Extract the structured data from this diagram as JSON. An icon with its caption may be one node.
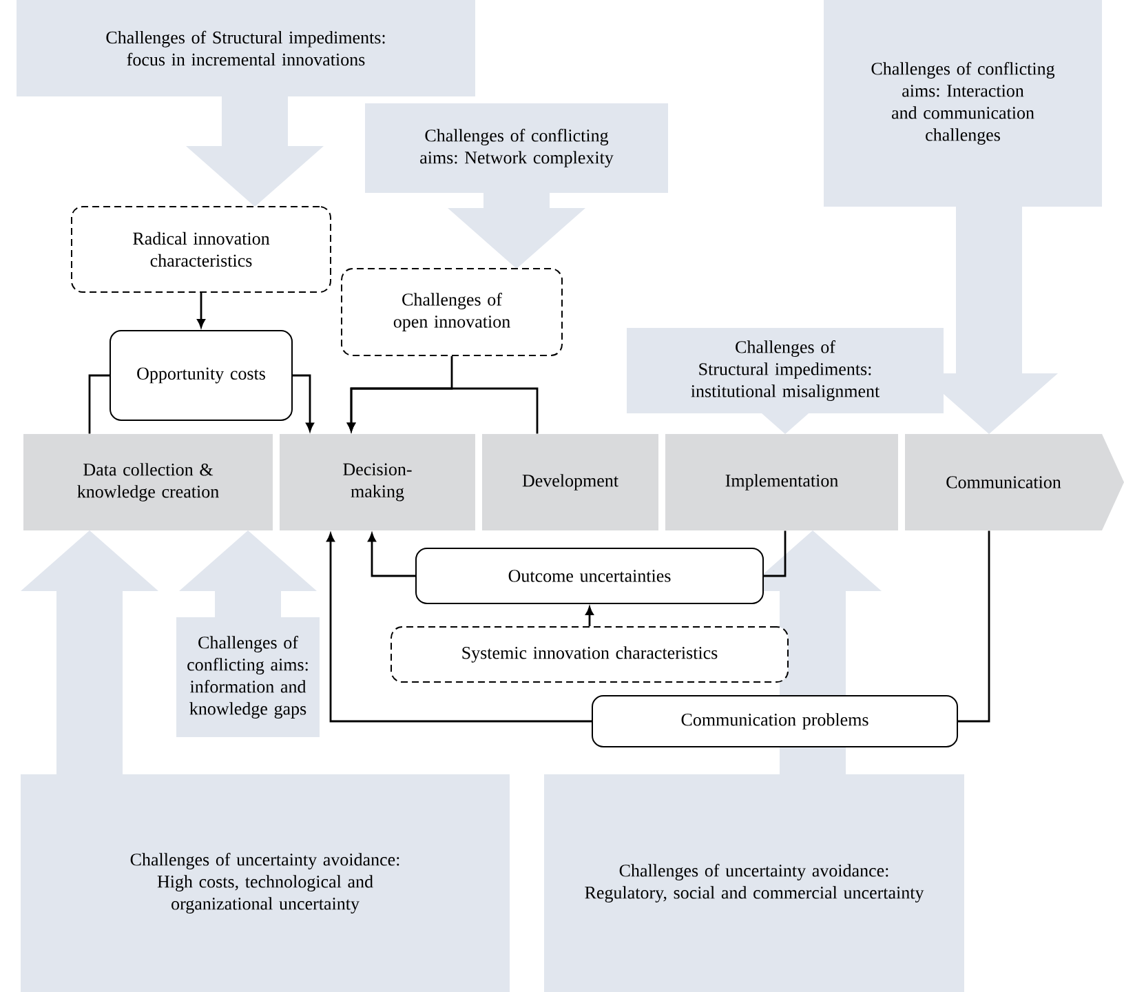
{
  "diagram": {
    "nodes": [
      {
        "text": [
          "Challenges of Structural impediments: focus in incremental innovations"
        ]
      },
      {
        "text": [
          "Challenges of conflicting aims: Network complexity"
        ]
      },
      {
        "text": [
          "Challenges of conflicting aims: Interaction and communication challenges"
        ]
      },
      {
        "text": [
          "Radical innovation characteristics"
        ]
      },
      {
        "text": [
          "Challenges of open innovation"
        ]
      },
      {
        "text": [
          "Opportunity costs"
        ]
      },
      {
        "text": [
          "Challenges of Structural impediments: institutional misalignment"
        ]
      },
      {
        "text": [
          "Data collection & knowledge creation"
        ]
      },
      {
        "text": [
          "Decision-making"
        ]
      },
      {
        "text": [
          "Development"
        ]
      },
      {
        "text": [
          "Implementation"
        ]
      },
      {
        "text": [
          "Communication"
        ]
      },
      {
        "text": [
          "Outcome uncertainties"
        ]
      },
      {
        "text": [
          "Systemic innovation characteristics"
        ]
      },
      {
        "text": [
          "Communication problems"
        ]
      },
      {
        "text": [
          "Challenges of conflicting aims: information and knowledge gaps"
        ]
      },
      {
        "text": [
          "Challenges of uncertainty avoidance: High costs, technological and organizational uncertainty"
        ]
      },
      {
        "text": [
          "Challenges of uncertainty avoidance: Regulatory, social and commercial uncertainty"
        ]
      }
    ],
    "edges": [
      {
        "from": 0,
        "to": 3,
        "arrow": "to",
        "style": "thick",
        "color": "#e1e6ee"
      },
      {
        "from": 1,
        "to": 4,
        "arrow": "to",
        "style": "thick",
        "color": "#e1e6ee"
      },
      {
        "from": 2,
        "to": 11,
        "arrow": "to",
        "style": "thick",
        "color": "#e1e6ee"
      },
      {
        "from": 6,
        "to": 10,
        "arrow": "to",
        "style": "thick",
        "color": "#e1e6ee"
      },
      {
        "from": 15,
        "to": 7,
        "arrow": "to",
        "style": "thick",
        "color": "#e1e6ee"
      },
      {
        "from": 16,
        "to": 7,
        "arrow": "to",
        "style": "thick",
        "color": "#e1e6ee"
      },
      {
        "from": 17,
        "to": 10,
        "arrow": "to",
        "style": "thick",
        "color": "#e1e6ee"
      },
      {
        "from": 3,
        "to": 5,
        "arrow": "to"
      },
      {
        "from": 7,
        "to": 5,
        "arrow": "none"
      },
      {
        "from": 5,
        "to": 8,
        "arrow": "to"
      },
      {
        "from": 4,
        "to": 8,
        "arrow": "to"
      },
      {
        "from": 9,
        "to": 8,
        "arrow": "to"
      },
      {
        "from": 10,
        "to": 12,
        "arrow": "none"
      },
      {
        "from": 12,
        "to": 8,
        "arrow": "to"
      },
      {
        "from": 13,
        "to": 12,
        "arrow": "to"
      },
      {
        "from": 11,
        "to": 14,
        "arrow": "none"
      },
      {
        "from": 14,
        "to": 8,
        "arrow": "to"
      }
    ]
  }
}
